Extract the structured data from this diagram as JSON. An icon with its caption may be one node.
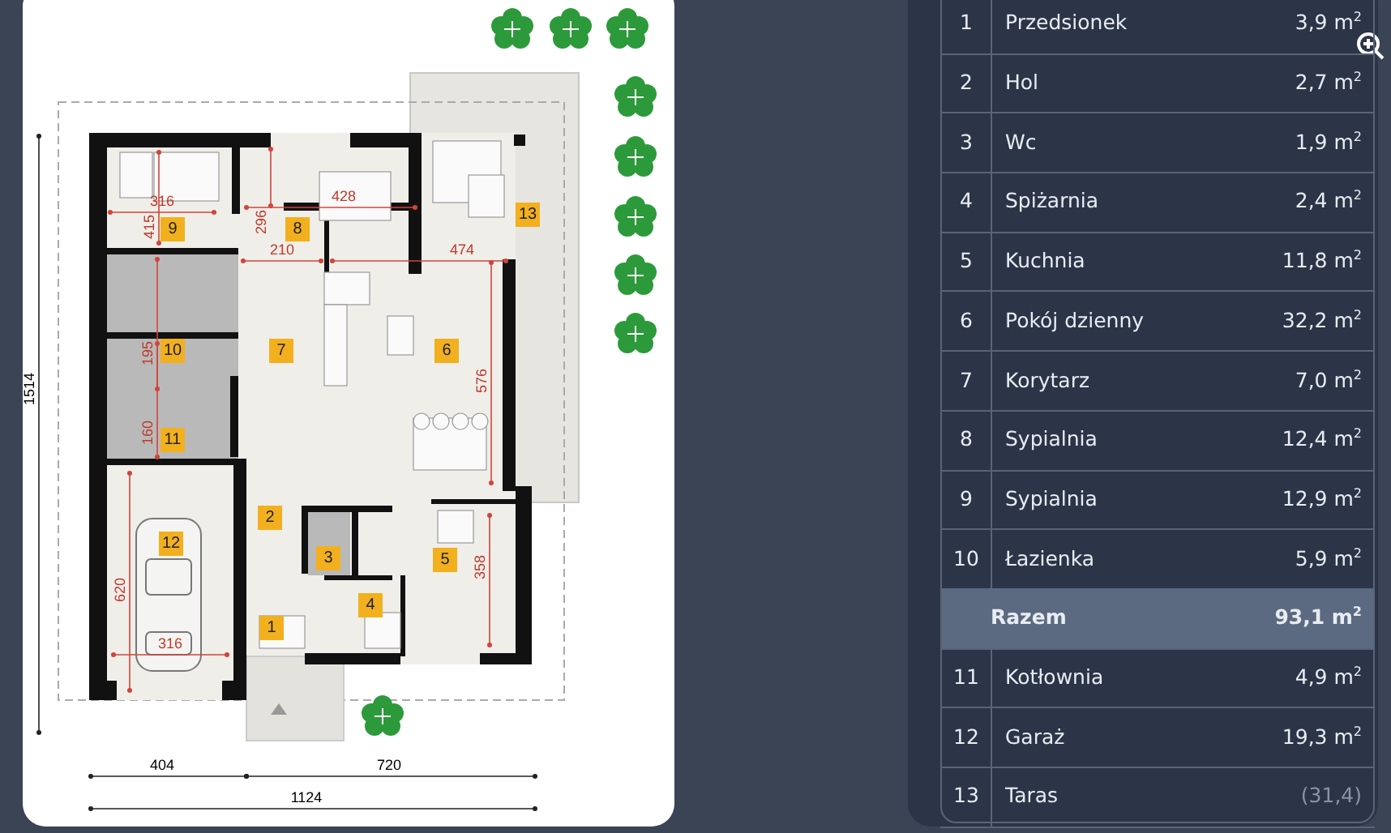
{
  "diagram": {
    "nodes": [
      {
        "text": [
          "9"
        ]
      },
      {
        "text": [
          "8"
        ]
      },
      {
        "text": [
          "13"
        ]
      },
      {
        "text": [
          "10"
        ]
      },
      {
        "text": [
          "7"
        ]
      },
      {
        "text": [
          "6"
        ]
      },
      {
        "text": [
          "11"
        ]
      },
      {
        "text": [
          "2"
        ]
      },
      {
        "text": [
          "12"
        ]
      },
      {
        "text": [
          "3"
        ]
      },
      {
        "text": [
          "5"
        ]
      },
      {
        "text": [
          "4"
        ]
      },
      {
        "text": [
          "1"
        ]
      }
    ],
    "edges": [],
    "labels": [
      "316",
      "428",
      "415",
      "296",
      "210",
      "474",
      "195",
      "576",
      "160",
      "620",
      "358",
      "316",
      "1514",
      "404",
      "720",
      "1124",
      "1",
      "Przedsionek",
      "3,9 m$^{2}$",
      "2",
      "Hol",
      "2,7 m$^{2}$",
      "3",
      "Wc",
      "1,9 m$^{2}$",
      "4",
      "Spiżarnia",
      "2,4 m$^{2}$",
      "5",
      "Kuchnia",
      "11,8 m$^{2}$",
      "6",
      "Pokój dzienny",
      "32,2 m$^{2}$",
      "7",
      "Korytarz",
      "7,0 m$^{2}$",
      "8",
      "Sypialnia",
      "12,4 m$^{2}$",
      "9",
      "Sypialnia",
      "12,9 m$^{2}$",
      "10",
      "Łazienka",
      "5,9 m$^{2}$",
      "Razem",
      "93,1 m$^{2}$",
      "11",
      "Kotłownia",
      "4,9 m$^{2}$",
      "12",
      "Garaż",
      "19,3 m$^{2}$",
      "13",
      "Taras",
      "(31,4)"
    ]
  }
}
